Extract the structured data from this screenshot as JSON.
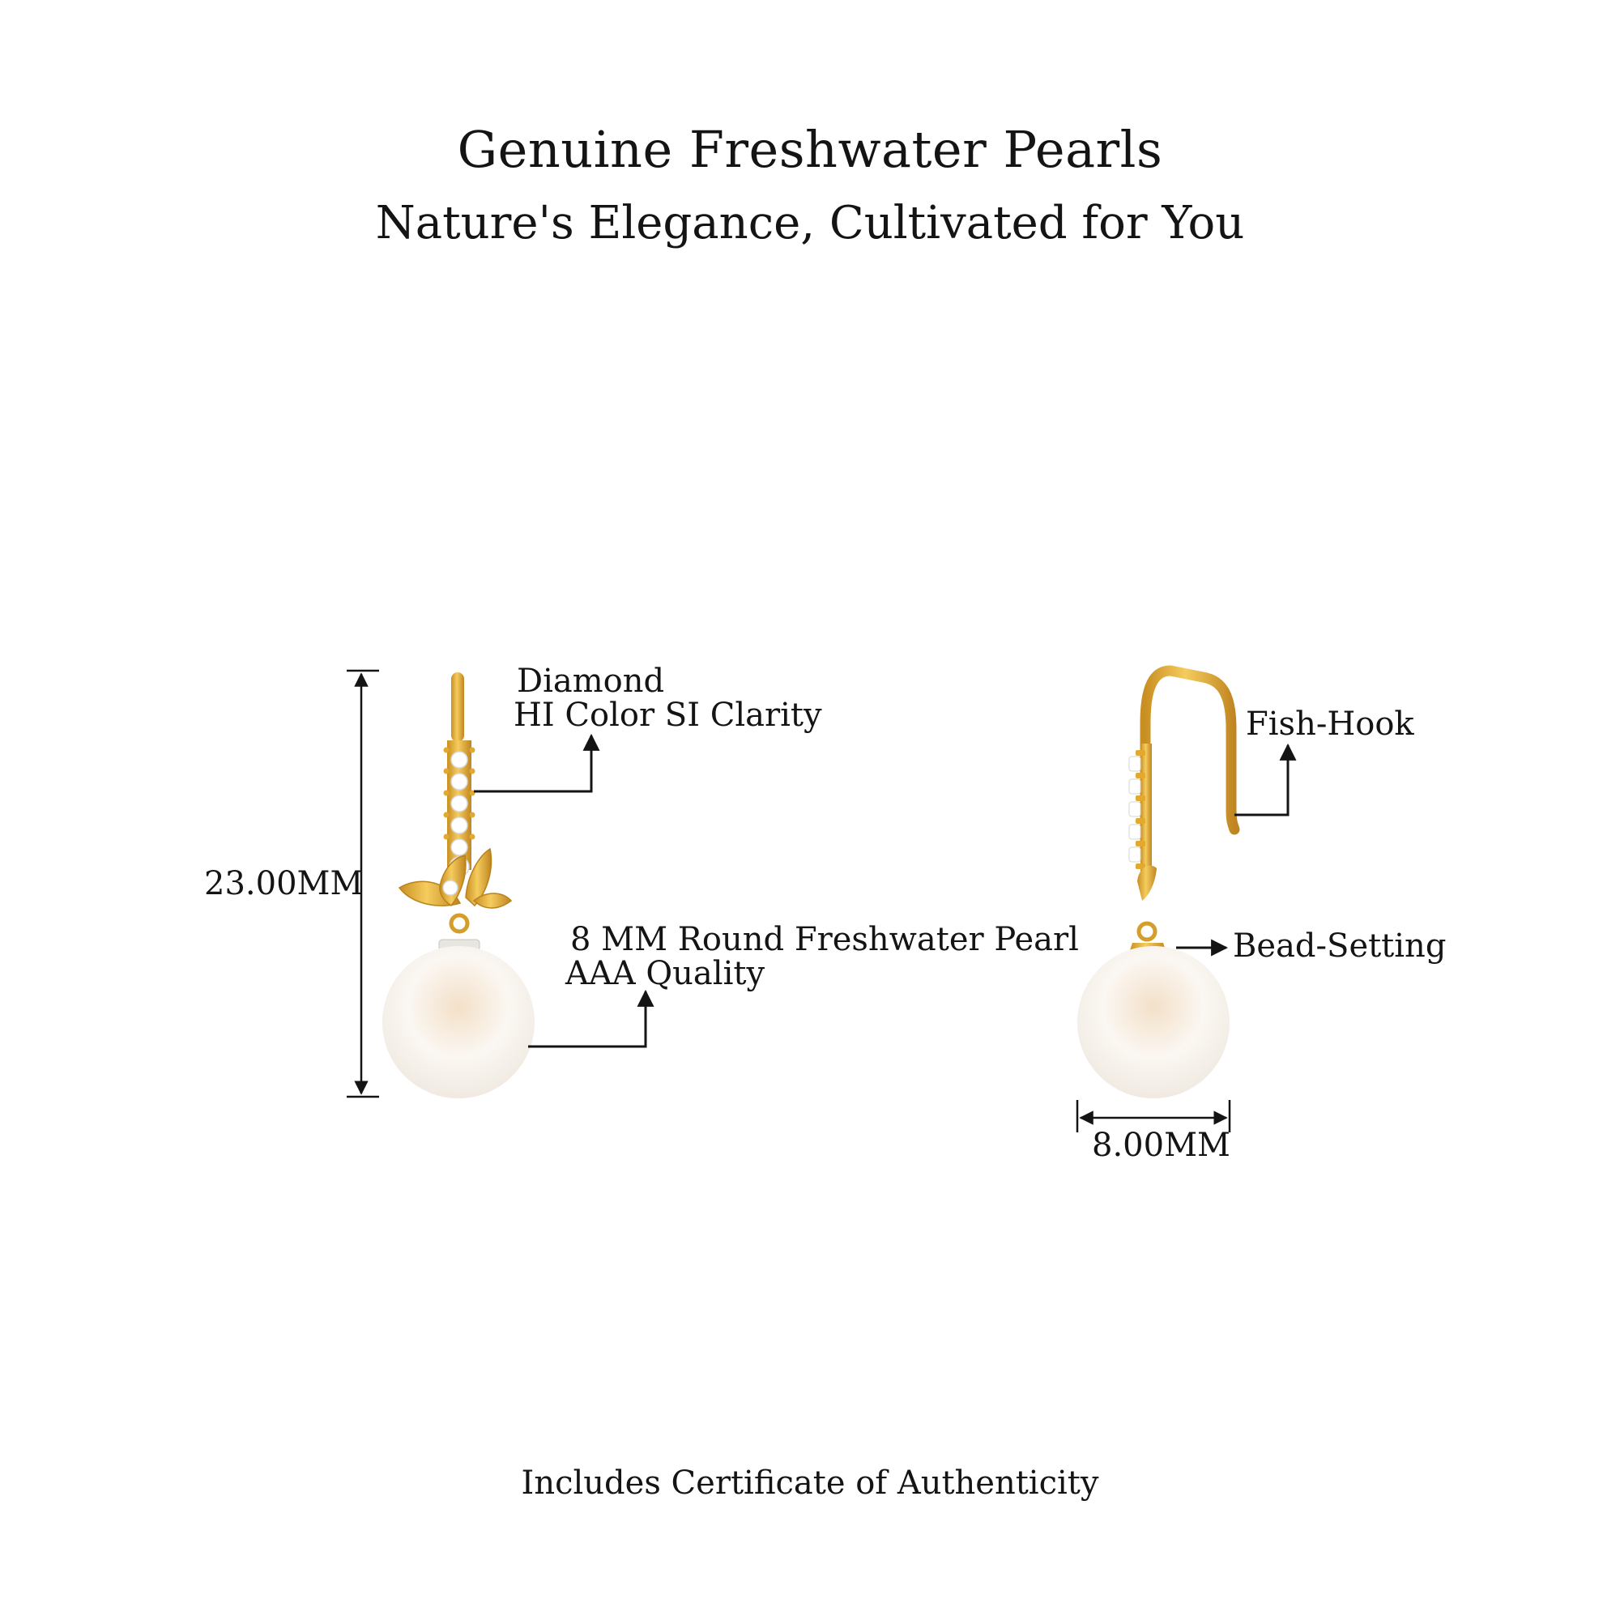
{
  "header": {
    "title": "Genuine Freshwater Pearls",
    "subtitle": "Nature's Elegance, Cultivated for You"
  },
  "front_view": {
    "height_label": "23.00MM",
    "diamond_label_line1": "Diamond",
    "diamond_label_line2": "HI Color SI Clarity",
    "pearl_label_line1": "8 MM Round Freshwater Pearl",
    "pearl_label_line2": "AAA Quality"
  },
  "side_view": {
    "hook_label": "Fish-Hook",
    "setting_label": "Bead-Setting",
    "width_label": "8.00MM"
  },
  "footer": {
    "note": "Includes Certificate of Authenticity"
  },
  "colors": {
    "gold": "#e6b13a",
    "gold_dark": "#b9821c",
    "pearl": "#f6eee4",
    "text": "#141414"
  }
}
